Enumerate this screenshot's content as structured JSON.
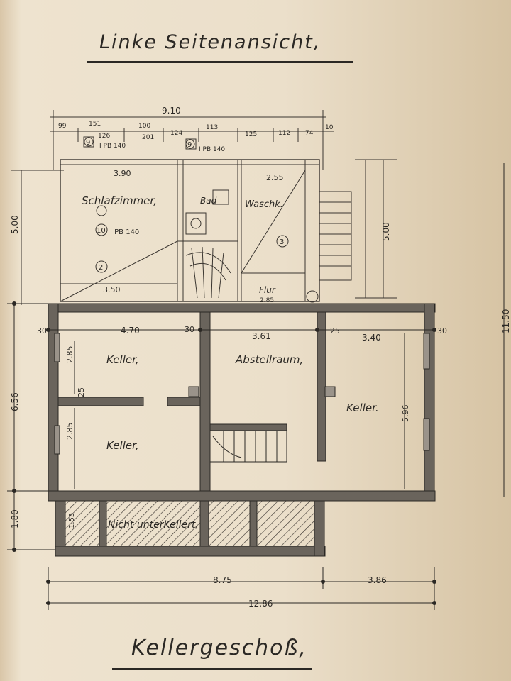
{
  "titles": {
    "top": "Linke Seitenansicht,",
    "bottom": "Kellergeschoß,"
  },
  "rooms": {
    "schlafzimmer": "Schlafzimmer,",
    "waschk": "Waschk.",
    "bad": "Bad",
    "flur": "Flur",
    "keller_nw": "Keller,",
    "keller_sw": "Keller,",
    "abstellraum": "Abstellraum,",
    "keller_e": "Keller.",
    "nicht_unterkellert": "Nicht unterKellert,"
  },
  "dimensions": {
    "overall_top": "9.10",
    "overall_bottom": "12.86",
    "bottom_left": "8.75",
    "bottom_right": "3.86",
    "left_upper": "5.00",
    "left_middle": "6.56",
    "left_lower": "1.80",
    "right_upper": "5.00",
    "right_far": "11.50",
    "bedroom_width": "3.90",
    "bedroom_width2": "3.50",
    "wash_width": "2.55",
    "keller_width": "4.70",
    "abstell_width": "3.61",
    "keller_e_width": "3.40",
    "keller_e_height": "5.96",
    "wall30_a": "30",
    "wall30_b": "30",
    "wall30_c": "30",
    "wall25_a": "25",
    "wall25_b": "25",
    "h285_a": "2.85",
    "h285_b": "2.85",
    "h155": "1.55",
    "seg_99": "99",
    "seg_151": "151",
    "seg_126": "126",
    "seg_100": "100",
    "seg_201": "201",
    "seg_124": "124",
    "seg_113": "113",
    "seg_125": "125",
    "seg_112": "112",
    "seg_74": "74",
    "seg_10": "10",
    "flur_area": "2.85",
    "window_pb_1": "I PB 140",
    "window_pb_2": "I PB 140",
    "window_pb_3": "I PB 140",
    "num_9": "9",
    "num_10": "10",
    "num_2": "2",
    "num_3": "3"
  }
}
